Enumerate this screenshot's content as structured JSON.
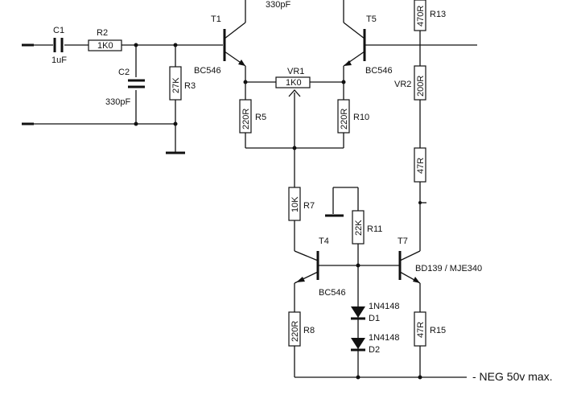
{
  "components": {
    "c1": {
      "ref": "C1",
      "value": "1uF"
    },
    "r2": {
      "ref": "R2",
      "value": "1K0"
    },
    "c2": {
      "ref": "C2",
      "value": "330pF"
    },
    "r3": {
      "ref": "R3",
      "value": "27K"
    },
    "t1": {
      "ref": "T1",
      "type": "BC546"
    },
    "ctop": {
      "value": "330pF"
    },
    "t5": {
      "ref": "T5",
      "type": "BC546"
    },
    "vr1": {
      "ref": "VR1",
      "value": "1K0"
    },
    "r5": {
      "ref": "R5",
      "value": "220R"
    },
    "r10": {
      "ref": "R10",
      "value": "220R"
    },
    "r13": {
      "ref": "R13",
      "value": "470R"
    },
    "vr2": {
      "ref": "VR2",
      "value": "200R"
    },
    "r47a": {
      "value": "47R"
    },
    "r7": {
      "ref": "R7",
      "value": "10K"
    },
    "r11": {
      "ref": "R11",
      "value": "22K"
    },
    "t4": {
      "ref": "T4",
      "type": "BC546"
    },
    "t7": {
      "ref": "T7",
      "type": "BD139 / MJE340"
    },
    "d1": {
      "ref": "D1",
      "type": "1N4148"
    },
    "d2": {
      "ref": "D2",
      "type": "1N4148"
    },
    "r8": {
      "ref": "R8",
      "value": "220R"
    },
    "r15": {
      "ref": "R15",
      "value": "47R"
    }
  },
  "rail_label": "- NEG 50v max."
}
